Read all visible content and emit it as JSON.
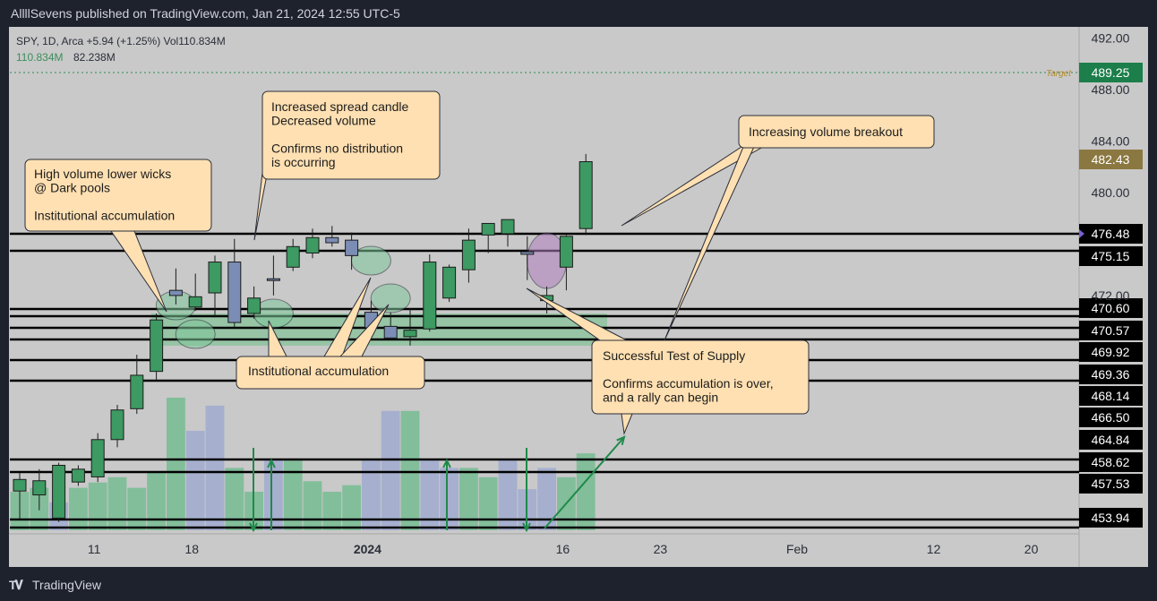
{
  "header": {
    "published_line": "AllllSevens published on TradingView.com, Jan 21, 2024 12:55 UTC-5"
  },
  "footer": {
    "brand": "TradingView",
    "logo_icon": "tradingview-logo-icon"
  },
  "legend": {
    "line1": "SPY, 1D, Arca  +5.94 (+1.25%)  Vol110.834M",
    "vol_green": "110.834M",
    "vol_ma": "82.238M"
  },
  "colors": {
    "background": "#1e222d",
    "pane": "#c9c9c9",
    "up": "#3d9a62",
    "down": "#7b8db5",
    "doji_down": "#6c7fb0",
    "vol_up": "#6ab989",
    "vol_down": "#9aa6cf",
    "callout_fill": "#ffe0b2",
    "target_tag": "#1c7e4a",
    "price_tag": "#8b7841",
    "level_tag": "#000000",
    "ellipse_green": "#7fc79a",
    "ellipse_purple": "#b07fc0"
  },
  "chart_data": {
    "type": "candlestick",
    "symbol": "SPY",
    "interval": "1D",
    "exchange": "Arca",
    "change": "+5.94 (+1.25%)",
    "volume": "110.834M",
    "volume_ma": "82.238M",
    "price_axis": {
      "min": 452.5,
      "max": 492.6,
      "ticks": [
        "492.00",
        "488.00",
        "484.00",
        "480.00",
        "472.00"
      ]
    },
    "time_axis": {
      "labels": [
        {
          "text": "11",
          "bar": 4
        },
        {
          "text": "18",
          "bar": 9
        },
        {
          "text": "2024",
          "bar": 18,
          "bold": true
        },
        {
          "text": "16",
          "bar": 28
        },
        {
          "text": "23",
          "bar": 33
        },
        {
          "text": "Feb",
          "bar": 40
        },
        {
          "text": "12",
          "bar": 47
        },
        {
          "text": "20",
          "bar": 52
        }
      ]
    },
    "candles": [
      {
        "o": 456.8,
        "h": 458.2,
        "l": 454.6,
        "c": 457.7
      },
      {
        "o": 456.5,
        "h": 458.5,
        "l": 455.3,
        "c": 457.6
      },
      {
        "o": 454.7,
        "h": 459.0,
        "l": 454.4,
        "c": 458.8
      },
      {
        "o": 457.5,
        "h": 458.8,
        "l": 457.2,
        "c": 458.5
      },
      {
        "o": 457.9,
        "h": 461.3,
        "l": 457.5,
        "c": 460.8
      },
      {
        "o": 460.8,
        "h": 463.5,
        "l": 460.2,
        "c": 463.1
      },
      {
        "o": 463.2,
        "h": 467.4,
        "l": 462.8,
        "c": 465.8
      },
      {
        "o": 466.1,
        "h": 470.6,
        "l": 465.4,
        "c": 470.1
      },
      {
        "o": 472.4,
        "h": 474.1,
        "l": 471.3,
        "c": 472.0
      },
      {
        "o": 471.1,
        "h": 473.7,
        "l": 470.8,
        "c": 471.9
      },
      {
        "o": 472.2,
        "h": 475.1,
        "l": 470.3,
        "c": 474.6
      },
      {
        "o": 474.6,
        "h": 476.4,
        "l": 469.4,
        "c": 469.9
      },
      {
        "o": 470.6,
        "h": 472.7,
        "l": 470.2,
        "c": 471.8
      },
      {
        "o": 473.3,
        "h": 475.1,
        "l": 472.0,
        "c": 473.2
      },
      {
        "o": 474.2,
        "h": 476.4,
        "l": 473.9,
        "c": 475.8
      },
      {
        "o": 475.3,
        "h": 477.2,
        "l": 474.9,
        "c": 476.5
      },
      {
        "o": 476.5,
        "h": 477.4,
        "l": 475.8,
        "c": 476.1
      },
      {
        "o": 476.3,
        "h": 476.9,
        "l": 474.0,
        "c": 475.1
      },
      {
        "o": 470.7,
        "h": 471.6,
        "l": 468.6,
        "c": 469.5
      },
      {
        "o": 469.6,
        "h": 470.7,
        "l": 468.7,
        "c": 468.7
      },
      {
        "o": 468.8,
        "h": 471.0,
        "l": 468.1,
        "c": 469.3
      },
      {
        "o": 469.4,
        "h": 475.2,
        "l": 469.2,
        "c": 474.6
      },
      {
        "o": 471.8,
        "h": 474.4,
        "l": 471.5,
        "c": 474.2
      },
      {
        "o": 474.0,
        "h": 477.2,
        "l": 473.0,
        "c": 476.3
      },
      {
        "o": 476.7,
        "h": 477.6,
        "l": 475.3,
        "c": 477.6
      },
      {
        "o": 476.8,
        "h": 477.7,
        "l": 475.8,
        "c": 477.9
      },
      {
        "o": 475.4,
        "h": 476.6,
        "l": 473.2,
        "c": 475.2
      },
      {
        "o": 471.6,
        "h": 472.7,
        "l": 470.6,
        "c": 472.0
      },
      {
        "o": 474.2,
        "h": 476.7,
        "l": 472.4,
        "c": 476.6
      },
      {
        "o": 477.2,
        "h": 483.0,
        "l": 476.7,
        "c": 482.4
      }
    ],
    "volume_bars": [
      {
        "v": 0.29,
        "up": true
      },
      {
        "v": 0.32,
        "up": true
      },
      {
        "v": 0.21,
        "up": false
      },
      {
        "v": 0.32,
        "up": true
      },
      {
        "v": 0.36,
        "up": true
      },
      {
        "v": 0.4,
        "up": true
      },
      {
        "v": 0.32,
        "up": true
      },
      {
        "v": 0.44,
        "up": true
      },
      {
        "v": 1.0,
        "up": true
      },
      {
        "v": 0.75,
        "up": false
      },
      {
        "v": 0.94,
        "up": false
      },
      {
        "v": 0.47,
        "up": true
      },
      {
        "v": 0.29,
        "up": true
      },
      {
        "v": 0.54,
        "up": false
      },
      {
        "v": 0.54,
        "up": true
      },
      {
        "v": 0.37,
        "up": true
      },
      {
        "v": 0.29,
        "up": true
      },
      {
        "v": 0.34,
        "up": true
      },
      {
        "v": 0.54,
        "up": false
      },
      {
        "v": 0.9,
        "up": false
      },
      {
        "v": 0.9,
        "up": true
      },
      {
        "v": 0.54,
        "up": false
      },
      {
        "v": 0.47,
        "up": false
      },
      {
        "v": 0.47,
        "up": true
      },
      {
        "v": 0.4,
        "up": true
      },
      {
        "v": 0.54,
        "up": false
      },
      {
        "v": 0.31,
        "up": false
      },
      {
        "v": 0.47,
        "up": false
      },
      {
        "v": 0.4,
        "up": true
      },
      {
        "v": 0.58,
        "up": true
      }
    ],
    "target_price": "489.25",
    "target_label": "Target",
    "current_price": "482.43",
    "levels": [
      {
        "price": 476.48,
        "label": "476.48"
      },
      {
        "price": 475.15,
        "label": "475.15"
      },
      {
        "price": 470.6,
        "label": "470.60"
      },
      {
        "price": 470.57,
        "label": "470.57"
      },
      {
        "price": 469.92,
        "label": "469.92"
      },
      {
        "price": 469.36,
        "label": "469.36"
      },
      {
        "price": 468.14,
        "label": "468.14"
      },
      {
        "price": 466.5,
        "label": "466.50"
      },
      {
        "price": 464.84,
        "label": "464.84"
      },
      {
        "price": 458.62,
        "label": "458.62"
      },
      {
        "price": 457.53,
        "label": "457.53"
      },
      {
        "price": 453.94,
        "label": "453.94"
      }
    ],
    "accumulation_zone": {
      "from_bar": 7,
      "to_bar": 30,
      "top": 470.6,
      "bottom": 468.1
    },
    "annotations": [
      {
        "lines": [
          "High volume lower wicks",
          "@ Dark pools",
          "",
          "Institutional accumulation"
        ]
      },
      {
        "lines": [
          "Increased spread candle",
          "Decreased volume",
          "",
          "Confirms no distribution",
          "is occurring"
        ]
      },
      {
        "lines": [
          "Increasing volume breakout"
        ]
      },
      {
        "lines": [
          "Institutional accumulation"
        ]
      },
      {
        "lines": [
          "Successful Test of Supply",
          "",
          "Confirms accumulation is over,",
          "and a rally can begin"
        ]
      }
    ]
  }
}
